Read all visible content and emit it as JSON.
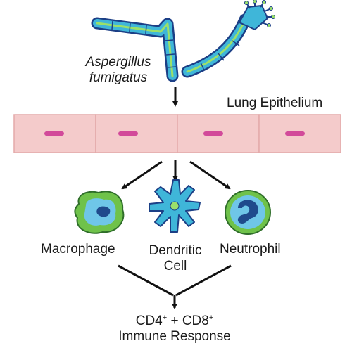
{
  "organism": {
    "line1": "Aspergillus",
    "line2": "fumigatus"
  },
  "tissue": {
    "label": "Lung Epithelium"
  },
  "cells": {
    "macrophage": "Macrophage",
    "dendritic_line1": "Dendritic",
    "dendritic_line2": "Cell",
    "neutrophil": "Neutrophil"
  },
  "response": {
    "cd4": "CD4",
    "plus_sign": "+",
    "join": " + ",
    "cd8": "CD8",
    "line2": "Immune Response"
  },
  "colors": {
    "hypha_fill": "#3fb6d9",
    "hypha_outline": "#1c3f86",
    "cell_inner": "#6fc6e8",
    "epithelium": "#f4cbcb",
    "nucleus": "#d24a9a",
    "nucleus_dark": "#1f4a8c",
    "membrane_green": "#6fc24a"
  }
}
